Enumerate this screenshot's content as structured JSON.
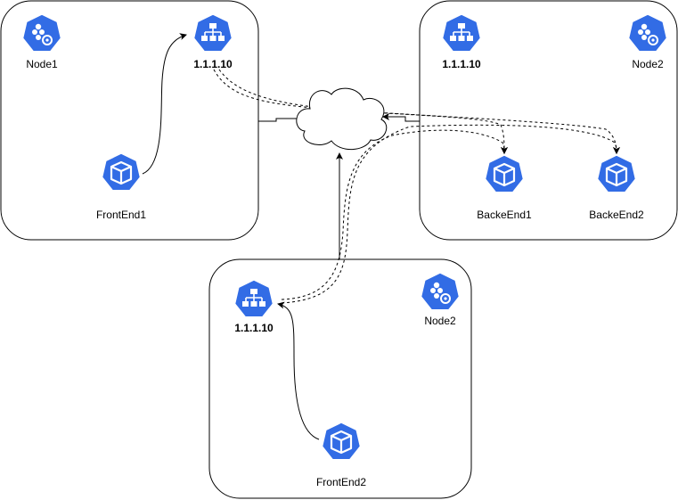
{
  "colors": {
    "icon_blue": "#326CE5",
    "icon_white": "#FFFFFF",
    "line": "#000000",
    "box_border": "#000000",
    "background": "#FFFFFF"
  },
  "nodes": {
    "node1": {
      "label": "Node1",
      "node_icon": "kubernetes-node-icon",
      "service": {
        "label": "1.1.1.10",
        "icon": "kubernetes-service-icon"
      },
      "pods": [
        {
          "label": "FrontEnd1",
          "icon": "kubernetes-pod-icon"
        }
      ]
    },
    "node2_top": {
      "label": "Node2",
      "node_icon": "kubernetes-node-icon",
      "service": {
        "label": "1.1.1.10",
        "icon": "kubernetes-service-icon"
      },
      "pods": [
        {
          "label": "BackeEnd1",
          "icon": "kubernetes-pod-icon"
        },
        {
          "label": "BackeEnd2",
          "icon": "kubernetes-pod-icon"
        }
      ]
    },
    "node2_bottom": {
      "label": "Node2",
      "node_icon": "kubernetes-node-icon",
      "service": {
        "label": "1.1.1.10",
        "icon": "kubernetes-service-icon"
      },
      "pods": [
        {
          "label": "FrontEnd2",
          "icon": "kubernetes-pod-icon"
        }
      ]
    }
  },
  "network": {
    "icon": "cloud-icon"
  }
}
